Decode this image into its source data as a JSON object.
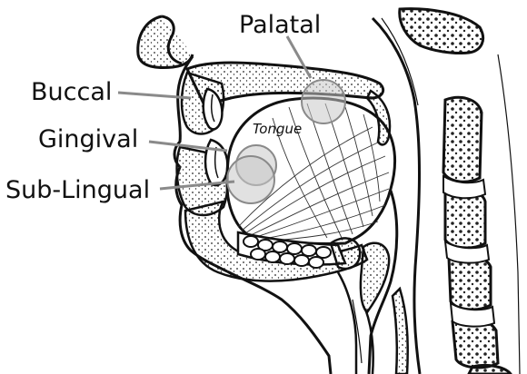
{
  "labels": {
    "palatal": "Palatal",
    "buccal": "Buccal",
    "gingival": "Gingival",
    "sublingual": "Sub-Lingual",
    "tongue": "Tongue"
  },
  "colors": {
    "ink": "#111111",
    "leader": "#8a8a8a",
    "highlight": "#c9c9c9",
    "fill": "#ffffff"
  }
}
